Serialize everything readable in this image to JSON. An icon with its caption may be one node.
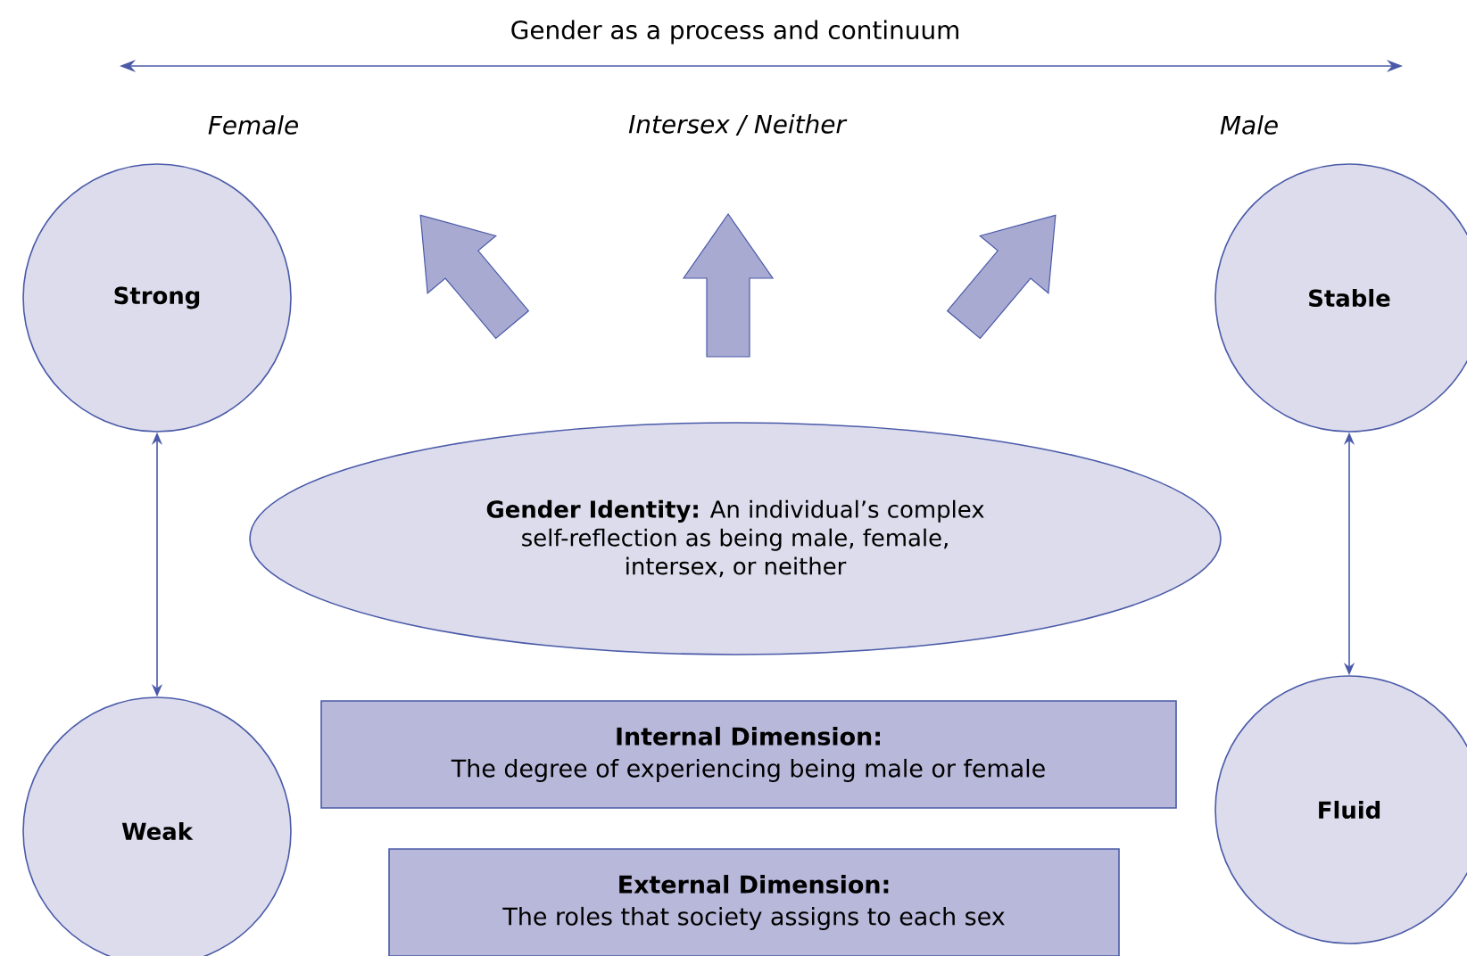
{
  "diagram": {
    "title": "Gender as a process and continuum",
    "nodes": [
      {
        "text": [
          "Strong"
        ]
      },
      {
        "text": [
          "Stable"
        ]
      },
      {
        "text": [
          "**Gender Identity:** An individual’s complex self-reflection as being male, female, intersex, or neither"
        ]
      },
      {
        "text": [
          "Internal Dimension:",
          "The degree of experiencing being male or female"
        ]
      },
      {
        "text": [
          "Weak"
        ]
      },
      {
        "text": [
          "Fluid"
        ]
      },
      {
        "text": [
          "External Dimension:",
          "The roles that society assigns to each sex"
        ]
      }
    ],
    "edges": [
      {
        "from": 0,
        "to": 4,
        "arrow": "both"
      },
      {
        "from": 1,
        "to": 5,
        "arrow": "both"
      }
    ],
    "labels": [
      "Female",
      "Intersex / Neither",
      "Male"
    ]
  }
}
